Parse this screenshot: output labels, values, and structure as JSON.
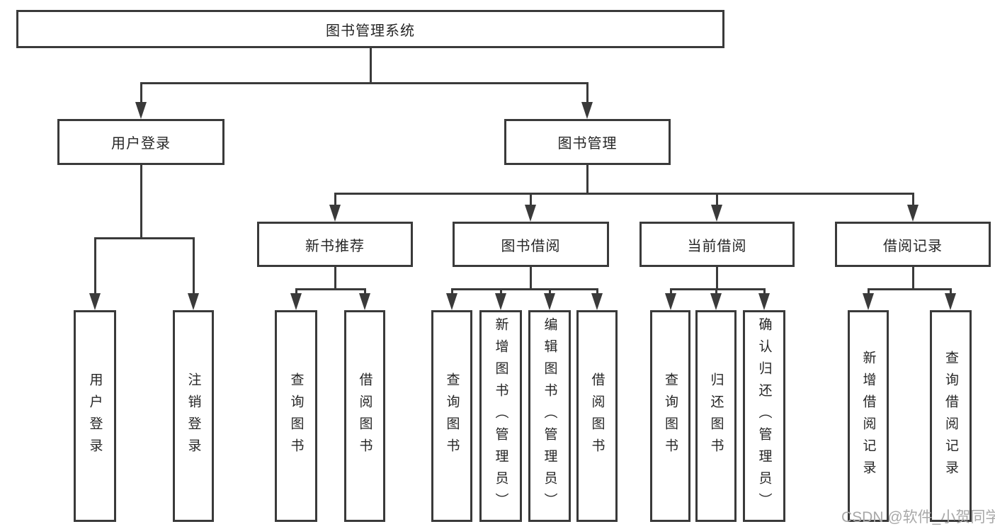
{
  "nodes": {
    "root": "图书管理系统",
    "user_login": "用户登录",
    "book_management": "图书管理",
    "new_book_recommend": "新书推荐",
    "book_borrow": "图书借阅",
    "current_borrow": "当前借阅",
    "borrow_records": "借阅记录",
    "leaf_user_login": "用户登录",
    "leaf_logout": "注销登录",
    "leaf_nb_query_books": "查询图书",
    "leaf_nb_borrow_books": "借阅图书",
    "leaf_bb_query_books": "查询图书",
    "leaf_bb_add_books": "新增图书（管理员）",
    "leaf_bb_edit_books": "编辑图书（管理员）",
    "leaf_bb_borrow_books": "借阅图书",
    "leaf_cb_query_books": "查询图书",
    "leaf_cb_return_books": "归还图书",
    "leaf_cb_confirm_return": "确认归还（管理员）",
    "leaf_br_add_record": "新增借阅记录",
    "leaf_br_query_record": "查询借阅记录"
  },
  "watermark": "CSDN @软件_小贺同学",
  "colors": {
    "line": "#3a3a3a",
    "text": "#262626",
    "watermark": "#a8a8a8",
    "background": "#ffffff"
  }
}
